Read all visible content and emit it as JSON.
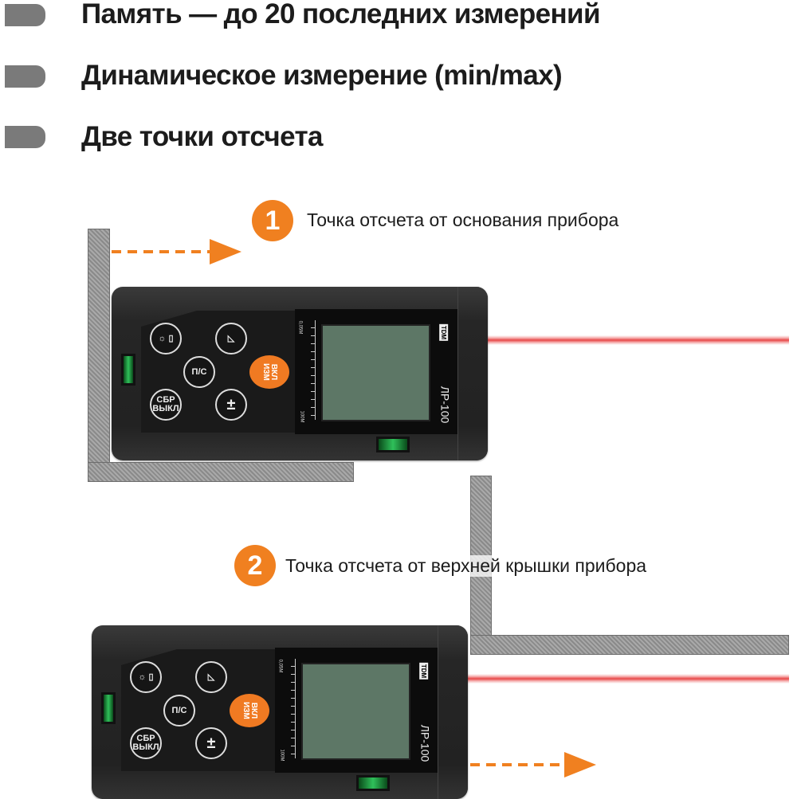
{
  "features": [
    "Память — до 20 последних измерений",
    "Динамическое измерение (min/max)",
    "Две точки отсчета"
  ],
  "modes": [
    {
      "number": "1",
      "caption": "Точка отсчета от основания прибора"
    },
    {
      "number": "2",
      "caption": "Точка отсчета от верхней крышки прибора"
    }
  ],
  "device": {
    "brand": "TDM",
    "model": "ЛР-100",
    "scale_min": "0,05M",
    "scale_max": "100M",
    "buttons": {
      "light": "☼ ▯",
      "area": "◺",
      "mode": "П/С",
      "measure": "ВКЛ ИЗМ",
      "clear": "СБР ВЫКЛ",
      "plusminus": "±"
    }
  },
  "colors": {
    "accent": "#f08020",
    "wall": "#8a8a8a",
    "laser": "#e84848"
  }
}
